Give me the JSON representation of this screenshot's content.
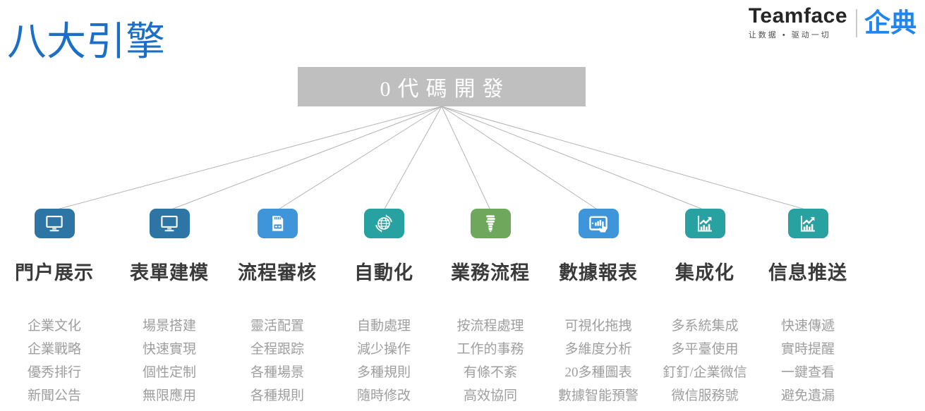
{
  "page": {
    "title": "八大引擎"
  },
  "logo": {
    "brand": "Teamface",
    "tagline": "让数据 • 驱动一切",
    "suffix": "企典"
  },
  "root": {
    "label": "0代碼開發"
  },
  "colors": {
    "page_title": "#1b6fc7",
    "root_box_bg": "#bfbfbf",
    "root_box_text": "#ffffff",
    "connector": "#b4b4b4",
    "engine_title": "#3a3a3a",
    "engine_item": "#9e9e9e",
    "logo_suffix": "#1e86f0"
  },
  "engines": [
    {
      "title": "門户展示",
      "icon": "monitor-icon",
      "color": "#2d75a5",
      "items": [
        "企業文化",
        "企業戰略",
        "優秀排行",
        "新聞公告"
      ]
    },
    {
      "title": "表單建模",
      "icon": "monitor-icon",
      "color": "#2d75a5",
      "items": [
        "場景搭建",
        "快速實現",
        "個性定制",
        "無限應用"
      ]
    },
    {
      "title": "流程審核",
      "icon": "sd-card-icon",
      "color": "#3e95d9",
      "items": [
        "靈活配置",
        "全程跟踪",
        "各種場景",
        "各種規則"
      ]
    },
    {
      "title": "自動化",
      "icon": "globe-icon",
      "color": "#27a2a0",
      "items": [
        "自動處理",
        "減少操作",
        "多種規則",
        "隨時修改"
      ]
    },
    {
      "title": "業務流程",
      "icon": "bulb-icon",
      "color": "#6fa75d",
      "items": [
        "按流程處理",
        "工作的事務",
        "有條不紊",
        "高效協同"
      ]
    },
    {
      "title": "數據報表",
      "icon": "tablet-chart-icon",
      "color": "#3e95d9",
      "items": [
        "可視化拖拽",
        "多維度分析",
        "20多種圖表",
        "數據智能預警"
      ]
    },
    {
      "title": "集成化",
      "icon": "chart-arrow-icon",
      "color": "#27a2a0",
      "items": [
        "多系統集成",
        "多平臺使用",
        "釘釘/企業微信",
        "微信服務號"
      ]
    },
    {
      "title": "信息推送",
      "icon": "chart-arrow-icon",
      "color": "#27a2a0",
      "items": [
        "快速傳遞",
        "實時提醒",
        "一鍵查看",
        "避免遺漏"
      ]
    }
  ]
}
